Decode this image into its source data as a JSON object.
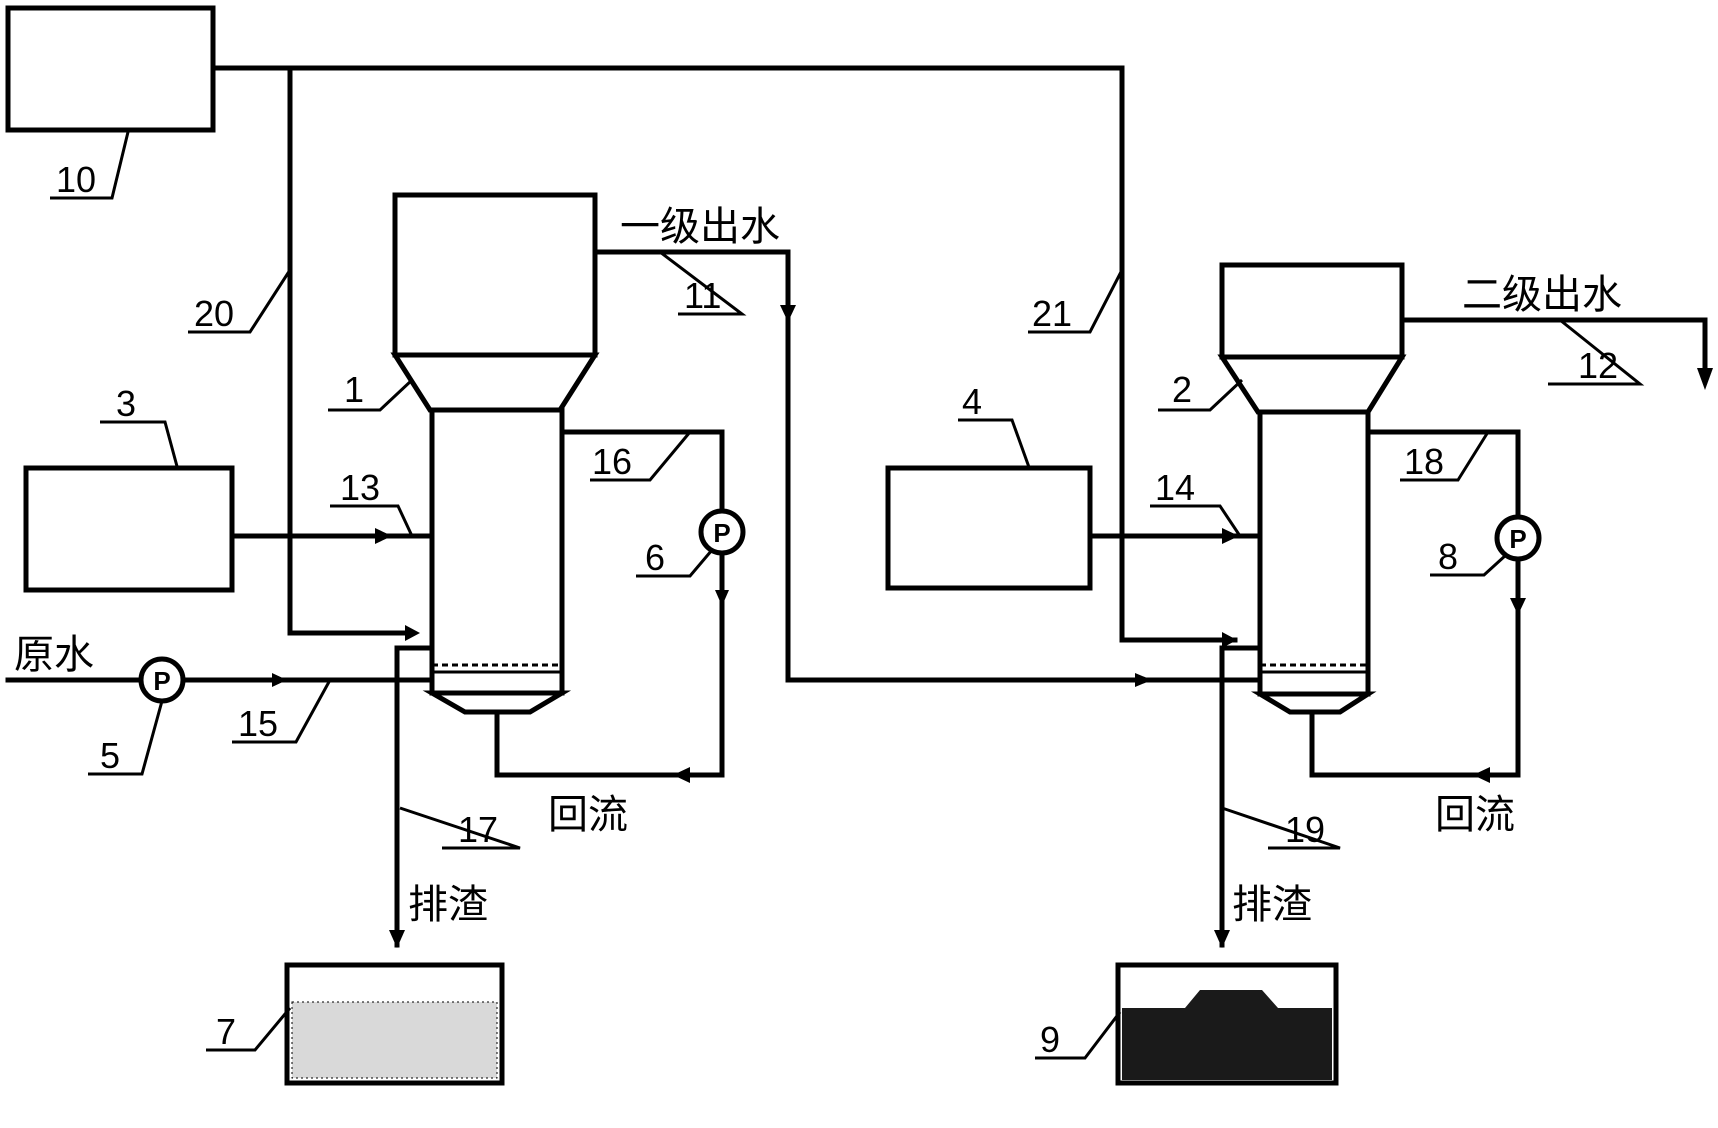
{
  "labels": {
    "n1": "1",
    "n2": "2",
    "n3": "3",
    "n4": "4",
    "n5": "5",
    "n6": "6",
    "n7": "7",
    "n8": "8",
    "n9": "9",
    "n10": "10",
    "n11": "11",
    "n12": "12",
    "n13": "13",
    "n14": "14",
    "n15": "15",
    "n16": "16",
    "n17": "17",
    "n18": "18",
    "n19": "19",
    "n20": "20",
    "n21": "21"
  },
  "text": {
    "raw_water": "原水",
    "primary_effluent": "一级出水",
    "secondary_effluent": "二级出水",
    "reflux_1": "回流",
    "reflux_2": "回流",
    "slag_1": "排渣",
    "slag_2": "排渣"
  },
  "pump_symbol": "P"
}
